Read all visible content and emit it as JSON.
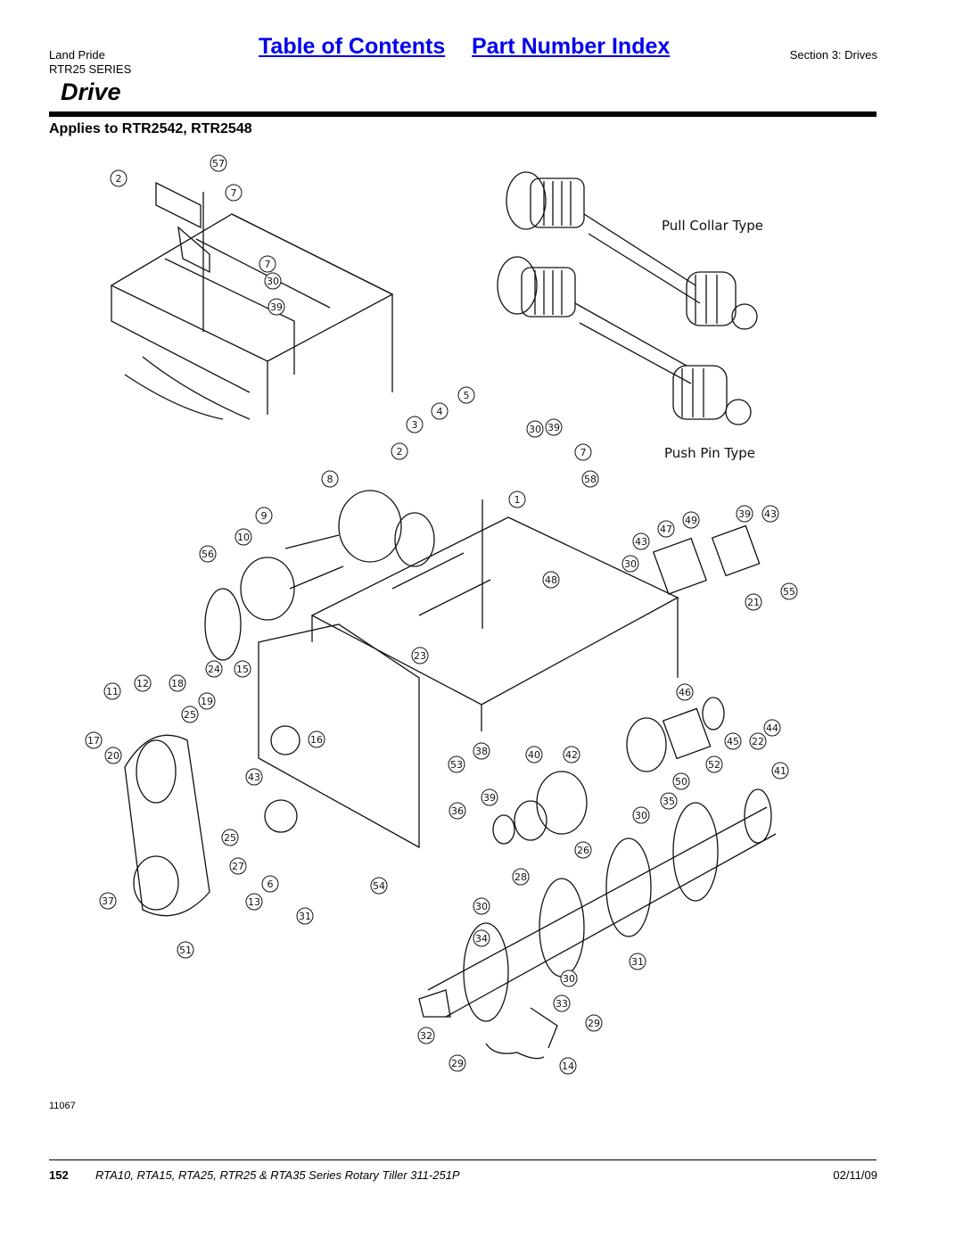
{
  "header": {
    "brand": "Land Pride",
    "series": "RTR25 SERIES",
    "toc_link": "Table of Contents",
    "index_link": "Part Number Index",
    "section": "Section 3: Drives"
  },
  "title": "Drive",
  "subtitle": "Applies to RTR2542, RTR2548",
  "diagram": {
    "label_pull": "Pull Collar Type",
    "label_push": "Push Pin Type",
    "callouts": [
      "57",
      "2",
      "7",
      "7",
      "30",
      "39",
      "5",
      "4",
      "3",
      "2",
      "39",
      "30",
      "7",
      "58",
      "1",
      "8",
      "9",
      "10",
      "56",
      "48",
      "49",
      "39",
      "43",
      "47",
      "43",
      "30",
      "55",
      "21",
      "23",
      "24",
      "15",
      "11",
      "12",
      "18",
      "19",
      "25",
      "16",
      "17",
      "20",
      "43",
      "46",
      "44",
      "45",
      "22",
      "53",
      "38",
      "40",
      "42",
      "52",
      "41",
      "50",
      "35",
      "36",
      "39",
      "30",
      "26",
      "25",
      "27",
      "54",
      "6",
      "13",
      "37",
      "28",
      "31",
      "30",
      "34",
      "31",
      "30",
      "33",
      "29",
      "32",
      "29",
      "14",
      "51"
    ],
    "figure_number": "11067"
  },
  "footer": {
    "page": "152",
    "manual": "RTA10, RTA15, RTA25, RTR25 & RTA35 Series Rotary Tiller 311-251P",
    "date": "02/11/09"
  }
}
